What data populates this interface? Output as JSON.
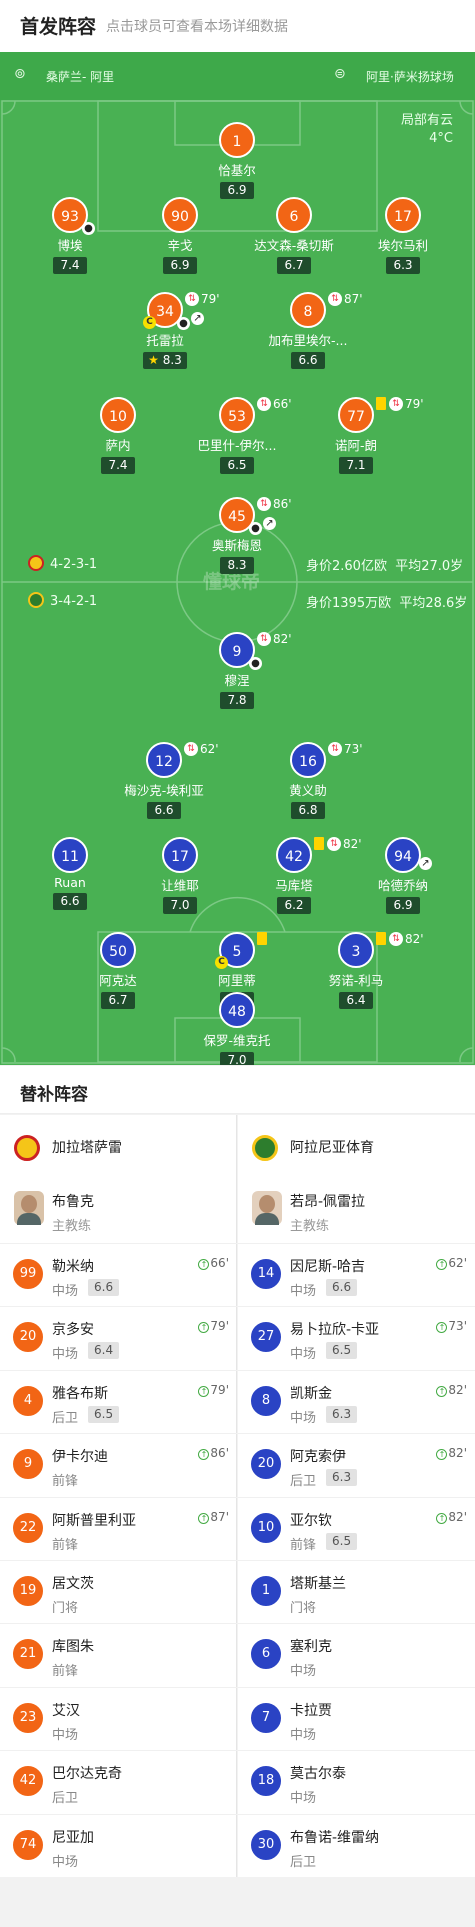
{
  "header": {
    "title": "首发阵容",
    "subtitle": "点击球员可查看本场详细数据"
  },
  "match": {
    "home_venue_label": "桑萨兰- 阿里",
    "away_venue_label": "阿里·萨米扬球场",
    "weather": "局部有云",
    "temperature": "4°C",
    "watermark": "懂球帝"
  },
  "colors": {
    "pitch": "#49b153",
    "home": "#f26515",
    "away": "#2a43c4"
  },
  "home": {
    "formation": "4-2-3-1",
    "value": "身价2.60亿欧",
    "age": "平均27.0岁",
    "players": [
      {
        "num": "1",
        "name": "恰基尔",
        "rating": "6.9"
      },
      {
        "num": "93",
        "name": "博埃",
        "rating": "7.4"
      },
      {
        "num": "90",
        "name": "辛戈",
        "rating": "6.9"
      },
      {
        "num": "6",
        "name": "达文森-桑切斯",
        "rating": "6.7"
      },
      {
        "num": "17",
        "name": "埃尔马利",
        "rating": "6.3"
      },
      {
        "num": "34",
        "name": "托雷拉",
        "rating": "8.3",
        "minute": "79'"
      },
      {
        "num": "8",
        "name": "加布里埃尔-...",
        "rating": "6.6",
        "minute": "87'"
      },
      {
        "num": "10",
        "name": "萨内",
        "rating": "7.4"
      },
      {
        "num": "53",
        "name": "巴里什-伊尔...",
        "rating": "6.5",
        "minute": "66'"
      },
      {
        "num": "77",
        "name": "诺阿-朗",
        "rating": "7.1",
        "minute": "79'"
      },
      {
        "num": "45",
        "name": "奥斯梅恩",
        "rating": "8.3",
        "minute": "86'"
      }
    ]
  },
  "away": {
    "formation": "3-4-2-1",
    "value": "身价1395万欧",
    "age": "平均28.6岁",
    "players": [
      {
        "num": "9",
        "name": "穆涅",
        "rating": "7.8",
        "minute": "82'"
      },
      {
        "num": "12",
        "name": "梅沙克-埃利亚",
        "rating": "6.6",
        "minute": "62'"
      },
      {
        "num": "16",
        "name": "黄义助",
        "rating": "6.8",
        "minute": "73'"
      },
      {
        "num": "11",
        "name": "Ruan",
        "rating": "6.6"
      },
      {
        "num": "17",
        "name": "让维耶",
        "rating": "7.0"
      },
      {
        "num": "42",
        "name": "马库塔",
        "rating": "6.2",
        "minute": "82'"
      },
      {
        "num": "94",
        "name": "哈德乔纳",
        "rating": "6.9"
      },
      {
        "num": "50",
        "name": "阿克达",
        "rating": "6.7"
      },
      {
        "num": "5",
        "name": "阿里蒂",
        "rating": "6.6"
      },
      {
        "num": "3",
        "name": "努诺-利马",
        "rating": "6.4",
        "minute": "82'"
      },
      {
        "num": "48",
        "name": "保罗-维克托",
        "rating": "7.0"
      }
    ]
  },
  "subs": {
    "title": "替补阵容",
    "home_team": "加拉塔萨雷",
    "away_team": "阿拉尼亚体育",
    "home_coach": {
      "name": "布鲁克",
      "role": "主教练"
    },
    "away_coach": {
      "name": "若昂-佩雷拉",
      "role": "主教练"
    },
    "home": [
      {
        "num": "99",
        "name": "勒米纳",
        "pos": "中场",
        "rating": "6.6",
        "minute": "66'"
      },
      {
        "num": "20",
        "name": "京多安",
        "pos": "中场",
        "rating": "6.4",
        "minute": "79'"
      },
      {
        "num": "4",
        "name": "雅各布斯",
        "pos": "后卫",
        "rating": "6.5",
        "minute": "79'"
      },
      {
        "num": "9",
        "name": "伊卡尔迪",
        "pos": "前锋",
        "minute": "86'"
      },
      {
        "num": "22",
        "name": "阿斯普里利亚",
        "pos": "前锋",
        "minute": "87'"
      },
      {
        "num": "19",
        "name": "居文茨",
        "pos": "门将"
      },
      {
        "num": "21",
        "name": "库图朱",
        "pos": "前锋"
      },
      {
        "num": "23",
        "name": "艾汉",
        "pos": "中场"
      },
      {
        "num": "42",
        "name": "巴尔达克奇",
        "pos": "后卫"
      },
      {
        "num": "74",
        "name": "尼亚加",
        "pos": "中场"
      }
    ],
    "away": [
      {
        "num": "14",
        "name": "因尼斯-哈吉",
        "pos": "中场",
        "rating": "6.6",
        "minute": "62'"
      },
      {
        "num": "27",
        "name": "易卜拉欣-卡亚",
        "pos": "中场",
        "rating": "6.5",
        "minute": "73'"
      },
      {
        "num": "8",
        "name": "凯斯金",
        "pos": "中场",
        "rating": "6.3",
        "minute": "82'"
      },
      {
        "num": "20",
        "name": "阿克索伊",
        "pos": "后卫",
        "rating": "6.3",
        "minute": "82'"
      },
      {
        "num": "10",
        "name": "亚尔钦",
        "pos": "前锋",
        "rating": "6.5",
        "minute": "82'"
      },
      {
        "num": "1",
        "name": "塔斯基兰",
        "pos": "门将"
      },
      {
        "num": "6",
        "name": "塞利克",
        "pos": "中场"
      },
      {
        "num": "7",
        "name": "卡拉贾",
        "pos": "中场"
      },
      {
        "num": "18",
        "name": "莫古尔泰",
        "pos": "中场"
      },
      {
        "num": "30",
        "name": "布鲁诺-维雷纳",
        "pos": "后卫"
      }
    ]
  }
}
